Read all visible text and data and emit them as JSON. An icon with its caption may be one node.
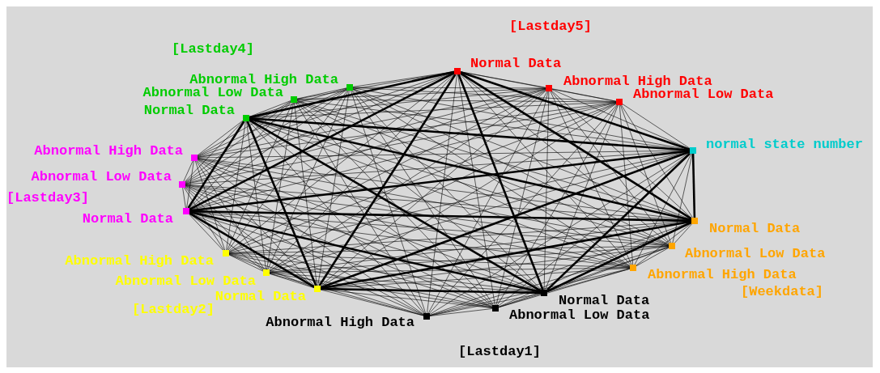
{
  "diagram": {
    "nodes": [
      {
        "text": [],
        "shape": "box",
        "beside": [
          "Normal Data"
        ]
      },
      {
        "text": [],
        "shape": "box",
        "beside": [
          "Abnormal High Data"
        ]
      },
      {
        "text": [],
        "shape": "box",
        "beside": [
          "Abnormal Low Data"
        ]
      },
      {
        "text": [],
        "shape": "box",
        "beside": [
          "Abnormal High Data"
        ]
      },
      {
        "text": [],
        "shape": "box",
        "beside": [
          "Abnormal Low Data"
        ]
      },
      {
        "text": [],
        "shape": "box",
        "beside": [
          "Normal Data"
        ]
      },
      {
        "text": [],
        "shape": "box",
        "beside": [
          "normal state number"
        ]
      },
      {
        "text": [],
        "shape": "box",
        "beside": [
          "Abnormal High Data"
        ]
      },
      {
        "text": [],
        "shape": "box",
        "beside": [
          "Abnormal Low Data"
        ]
      },
      {
        "text": [],
        "shape": "box",
        "beside": [
          "Normal Data"
        ]
      },
      {
        "text": [],
        "shape": "box",
        "beside": [
          "Normal Data"
        ]
      },
      {
        "text": [],
        "shape": "box",
        "beside": [
          "Abnormal Low Data"
        ]
      },
      {
        "text": [],
        "shape": "box",
        "beside": [
          "Abnormal High Data"
        ]
      },
      {
        "text": [],
        "shape": "box",
        "beside": [
          "Abnormal High Data"
        ]
      },
      {
        "text": [],
        "shape": "box",
        "beside": [
          "Abnormal Low Data"
        ]
      },
      {
        "text": [],
        "shape": "box",
        "beside": [
          "Normal Data"
        ]
      },
      {
        "text": [],
        "shape": "box",
        "beside": [
          "Normal Data"
        ]
      },
      {
        "text": [],
        "shape": "box",
        "beside": [
          "Abnormal Low Data"
        ]
      },
      {
        "text": [],
        "shape": "box",
        "beside": [
          "Abnormal High Data"
        ]
      }
    ],
    "edges": [
      {
        "from": 0,
        "to": 1,
        "arrow": "none"
      },
      {
        "from": 0,
        "to": 2,
        "arrow": "none"
      },
      {
        "from": 0,
        "to": 3,
        "arrow": "none"
      },
      {
        "from": 0,
        "to": 4,
        "arrow": "none"
      },
      {
        "from": 0,
        "to": 5,
        "arrow": "none",
        "style": "thick"
      },
      {
        "from": 0,
        "to": 6,
        "arrow": "none",
        "style": "thick"
      },
      {
        "from": 0,
        "to": 7,
        "arrow": "none"
      },
      {
        "from": 0,
        "to": 8,
        "arrow": "none"
      },
      {
        "from": 0,
        "to": 9,
        "arrow": "none",
        "style": "thick"
      },
      {
        "from": 0,
        "to": 10,
        "arrow": "none",
        "style": "thick"
      },
      {
        "from": 0,
        "to": 11,
        "arrow": "none"
      },
      {
        "from": 0,
        "to": 12,
        "arrow": "none"
      },
      {
        "from": 0,
        "to": 13,
        "arrow": "none"
      },
      {
        "from": 0,
        "to": 14,
        "arrow": "none"
      },
      {
        "from": 0,
        "to": 15,
        "arrow": "none",
        "style": "thick"
      },
      {
        "from": 0,
        "to": 16,
        "arrow": "none",
        "style": "thick"
      },
      {
        "from": 0,
        "to": 17,
        "arrow": "none"
      },
      {
        "from": 0,
        "to": 18,
        "arrow": "none"
      },
      {
        "from": 1,
        "to": 2,
        "arrow": "none"
      },
      {
        "from": 1,
        "to": 3,
        "arrow": "none"
      },
      {
        "from": 1,
        "to": 4,
        "arrow": "none"
      },
      {
        "from": 1,
        "to": 5,
        "arrow": "none"
      },
      {
        "from": 1,
        "to": 6,
        "arrow": "none"
      },
      {
        "from": 1,
        "to": 7,
        "arrow": "none"
      },
      {
        "from": 1,
        "to": 8,
        "arrow": "none"
      },
      {
        "from": 1,
        "to": 9,
        "arrow": "none"
      },
      {
        "from": 1,
        "to": 10,
        "arrow": "none"
      },
      {
        "from": 1,
        "to": 11,
        "arrow": "none"
      },
      {
        "from": 1,
        "to": 12,
        "arrow": "none"
      },
      {
        "from": 1,
        "to": 13,
        "arrow": "none"
      },
      {
        "from": 1,
        "to": 14,
        "arrow": "none"
      },
      {
        "from": 1,
        "to": 15,
        "arrow": "none"
      },
      {
        "from": 1,
        "to": 16,
        "arrow": "none"
      },
      {
        "from": 1,
        "to": 17,
        "arrow": "none"
      },
      {
        "from": 1,
        "to": 18,
        "arrow": "none"
      },
      {
        "from": 2,
        "to": 3,
        "arrow": "none"
      },
      {
        "from": 2,
        "to": 4,
        "arrow": "none"
      },
      {
        "from": 2,
        "to": 5,
        "arrow": "none"
      },
      {
        "from": 2,
        "to": 6,
        "arrow": "none"
      },
      {
        "from": 2,
        "to": 7,
        "arrow": "none"
      },
      {
        "from": 2,
        "to": 8,
        "arrow": "none"
      },
      {
        "from": 2,
        "to": 9,
        "arrow": "none"
      },
      {
        "from": 2,
        "to": 10,
        "arrow": "none"
      },
      {
        "from": 2,
        "to": 11,
        "arrow": "none"
      },
      {
        "from": 2,
        "to": 12,
        "arrow": "none"
      },
      {
        "from": 2,
        "to": 13,
        "arrow": "none"
      },
      {
        "from": 2,
        "to": 14,
        "arrow": "none"
      },
      {
        "from": 2,
        "to": 15,
        "arrow": "none"
      },
      {
        "from": 2,
        "to": 16,
        "arrow": "none"
      },
      {
        "from": 2,
        "to": 17,
        "arrow": "none"
      },
      {
        "from": 2,
        "to": 18,
        "arrow": "none"
      },
      {
        "from": 3,
        "to": 4,
        "arrow": "none"
      },
      {
        "from": 3,
        "to": 5,
        "arrow": "none"
      },
      {
        "from": 3,
        "to": 6,
        "arrow": "none"
      },
      {
        "from": 3,
        "to": 7,
        "arrow": "none"
      },
      {
        "from": 3,
        "to": 8,
        "arrow": "none"
      },
      {
        "from": 3,
        "to": 9,
        "arrow": "none"
      },
      {
        "from": 3,
        "to": 10,
        "arrow": "none"
      },
      {
        "from": 3,
        "to": 11,
        "arrow": "none"
      },
      {
        "from": 3,
        "to": 12,
        "arrow": "none"
      },
      {
        "from": 3,
        "to": 13,
        "arrow": "none"
      },
      {
        "from": 3,
        "to": 14,
        "arrow": "none"
      },
      {
        "from": 3,
        "to": 15,
        "arrow": "none"
      },
      {
        "from": 3,
        "to": 16,
        "arrow": "none"
      },
      {
        "from": 3,
        "to": 17,
        "arrow": "none"
      },
      {
        "from": 3,
        "to": 18,
        "arrow": "none"
      },
      {
        "from": 4,
        "to": 5,
        "arrow": "none"
      },
      {
        "from": 4,
        "to": 6,
        "arrow": "none"
      },
      {
        "from": 4,
        "to": 7,
        "arrow": "none"
      },
      {
        "from": 4,
        "to": 8,
        "arrow": "none"
      },
      {
        "from": 4,
        "to": 9,
        "arrow": "none"
      },
      {
        "from": 4,
        "to": 10,
        "arrow": "none"
      },
      {
        "from": 4,
        "to": 11,
        "arrow": "none"
      },
      {
        "from": 4,
        "to": 12,
        "arrow": "none"
      },
      {
        "from": 4,
        "to": 13,
        "arrow": "none"
      },
      {
        "from": 4,
        "to": 14,
        "arrow": "none"
      },
      {
        "from": 4,
        "to": 15,
        "arrow": "none"
      },
      {
        "from": 4,
        "to": 16,
        "arrow": "none"
      },
      {
        "from": 4,
        "to": 17,
        "arrow": "none"
      },
      {
        "from": 4,
        "to": 18,
        "arrow": "none"
      },
      {
        "from": 5,
        "to": 6,
        "arrow": "none",
        "style": "thick"
      },
      {
        "from": 5,
        "to": 7,
        "arrow": "none"
      },
      {
        "from": 5,
        "to": 8,
        "arrow": "none"
      },
      {
        "from": 5,
        "to": 9,
        "arrow": "none",
        "style": "thick"
      },
      {
        "from": 5,
        "to": 10,
        "arrow": "none",
        "style": "thick"
      },
      {
        "from": 5,
        "to": 11,
        "arrow": "none"
      },
      {
        "from": 5,
        "to": 12,
        "arrow": "none"
      },
      {
        "from": 5,
        "to": 13,
        "arrow": "none"
      },
      {
        "from": 5,
        "to": 14,
        "arrow": "none"
      },
      {
        "from": 5,
        "to": 15,
        "arrow": "none",
        "style": "thick"
      },
      {
        "from": 5,
        "to": 16,
        "arrow": "none",
        "style": "thick"
      },
      {
        "from": 5,
        "to": 17,
        "arrow": "none"
      },
      {
        "from": 5,
        "to": 18,
        "arrow": "none"
      },
      {
        "from": 6,
        "to": 7,
        "arrow": "none"
      },
      {
        "from": 6,
        "to": 8,
        "arrow": "none"
      },
      {
        "from": 6,
        "to": 9,
        "arrow": "none",
        "style": "thick"
      },
      {
        "from": 6,
        "to": 10,
        "arrow": "none",
        "style": "thick"
      },
      {
        "from": 6,
        "to": 11,
        "arrow": "none"
      },
      {
        "from": 6,
        "to": 12,
        "arrow": "none"
      },
      {
        "from": 6,
        "to": 13,
        "arrow": "none"
      },
      {
        "from": 6,
        "to": 14,
        "arrow": "none"
      },
      {
        "from": 6,
        "to": 15,
        "arrow": "none",
        "style": "thick"
      },
      {
        "from": 6,
        "to": 16,
        "arrow": "none",
        "style": "thick"
      },
      {
        "from": 6,
        "to": 17,
        "arrow": "none"
      },
      {
        "from": 6,
        "to": 18,
        "arrow": "none"
      },
      {
        "from": 7,
        "to": 8,
        "arrow": "none"
      },
      {
        "from": 7,
        "to": 9,
        "arrow": "none"
      },
      {
        "from": 7,
        "to": 10,
        "arrow": "none"
      },
      {
        "from": 7,
        "to": 11,
        "arrow": "none"
      },
      {
        "from": 7,
        "to": 12,
        "arrow": "none"
      },
      {
        "from": 7,
        "to": 13,
        "arrow": "none"
      },
      {
        "from": 7,
        "to": 14,
        "arrow": "none"
      },
      {
        "from": 7,
        "to": 15,
        "arrow": "none"
      },
      {
        "from": 7,
        "to": 16,
        "arrow": "none"
      },
      {
        "from": 7,
        "to": 17,
        "arrow": "none"
      },
      {
        "from": 7,
        "to": 18,
        "arrow": "none"
      },
      {
        "from": 8,
        "to": 9,
        "arrow": "none"
      },
      {
        "from": 8,
        "to": 10,
        "arrow": "none"
      },
      {
        "from": 8,
        "to": 11,
        "arrow": "none"
      },
      {
        "from": 8,
        "to": 12,
        "arrow": "none"
      },
      {
        "from": 8,
        "to": 13,
        "arrow": "none"
      },
      {
        "from": 8,
        "to": 14,
        "arrow": "none"
      },
      {
        "from": 8,
        "to": 15,
        "arrow": "none"
      },
      {
        "from": 8,
        "to": 16,
        "arrow": "none"
      },
      {
        "from": 8,
        "to": 17,
        "arrow": "none"
      },
      {
        "from": 8,
        "to": 18,
        "arrow": "none"
      },
      {
        "from": 9,
        "to": 10,
        "arrow": "none",
        "style": "thick"
      },
      {
        "from": 9,
        "to": 11,
        "arrow": "none"
      },
      {
        "from": 9,
        "to": 12,
        "arrow": "none"
      },
      {
        "from": 9,
        "to": 13,
        "arrow": "none"
      },
      {
        "from": 9,
        "to": 14,
        "arrow": "none"
      },
      {
        "from": 9,
        "to": 15,
        "arrow": "none",
        "style": "thick"
      },
      {
        "from": 9,
        "to": 16,
        "arrow": "none",
        "style": "thick"
      },
      {
        "from": 9,
        "to": 17,
        "arrow": "none"
      },
      {
        "from": 9,
        "to": 18,
        "arrow": "none"
      },
      {
        "from": 10,
        "to": 11,
        "arrow": "none"
      },
      {
        "from": 10,
        "to": 12,
        "arrow": "none"
      },
      {
        "from": 10,
        "to": 13,
        "arrow": "none"
      },
      {
        "from": 10,
        "to": 14,
        "arrow": "none"
      },
      {
        "from": 10,
        "to": 15,
        "arrow": "none",
        "style": "thick"
      },
      {
        "from": 10,
        "to": 16,
        "arrow": "none",
        "style": "thick"
      },
      {
        "from": 10,
        "to": 17,
        "arrow": "none"
      },
      {
        "from": 10,
        "to": 18,
        "arrow": "none"
      },
      {
        "from": 11,
        "to": 12,
        "arrow": "none"
      },
      {
        "from": 11,
        "to": 13,
        "arrow": "none"
      },
      {
        "from": 11,
        "to": 14,
        "arrow": "none"
      },
      {
        "from": 11,
        "to": 15,
        "arrow": "none"
      },
      {
        "from": 11,
        "to": 16,
        "arrow": "none"
      },
      {
        "from": 11,
        "to": 17,
        "arrow": "none"
      },
      {
        "from": 11,
        "to": 18,
        "arrow": "none"
      },
      {
        "from": 12,
        "to": 13,
        "arrow": "none"
      },
      {
        "from": 12,
        "to": 14,
        "arrow": "none"
      },
      {
        "from": 12,
        "to": 15,
        "arrow": "none"
      },
      {
        "from": 12,
        "to": 16,
        "arrow": "none"
      },
      {
        "from": 12,
        "to": 17,
        "arrow": "none"
      },
      {
        "from": 12,
        "to": 18,
        "arrow": "none"
      },
      {
        "from": 13,
        "to": 14,
        "arrow": "none"
      },
      {
        "from": 13,
        "to": 15,
        "arrow": "none"
      },
      {
        "from": 13,
        "to": 16,
        "arrow": "none"
      },
      {
        "from": 13,
        "to": 17,
        "arrow": "none"
      },
      {
        "from": 13,
        "to": 18,
        "arrow": "none"
      },
      {
        "from": 14,
        "to": 15,
        "arrow": "none"
      },
      {
        "from": 14,
        "to": 16,
        "arrow": "none"
      },
      {
        "from": 14,
        "to": 17,
        "arrow": "none"
      },
      {
        "from": 14,
        "to": 18,
        "arrow": "none"
      },
      {
        "from": 15,
        "to": 16,
        "arrow": "none",
        "style": "thick"
      },
      {
        "from": 15,
        "to": 17,
        "arrow": "none"
      },
      {
        "from": 15,
        "to": 18,
        "arrow": "none"
      },
      {
        "from": 16,
        "to": 17,
        "arrow": "none"
      },
      {
        "from": 16,
        "to": 18,
        "arrow": "none"
      },
      {
        "from": 17,
        "to": 18,
        "arrow": "none"
      }
    ],
    "labels": [
      "[Lastday5]",
      "[Lastday4]",
      "[Lastday3]",
      "[Weekdata]",
      "[Lastday2]",
      "[Lastday1]"
    ]
  }
}
